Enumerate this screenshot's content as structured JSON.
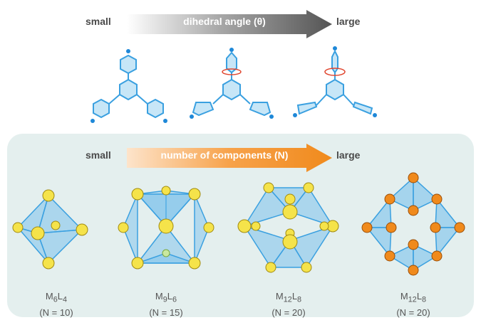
{
  "top_arrow": {
    "left_label": "small",
    "title": "dihedral angle (θ)",
    "right_label": "large"
  },
  "bottom_arrow": {
    "left_label": "small",
    "title": "number of components (N)",
    "right_label": "large"
  },
  "cages": [
    {
      "formula_m": "M",
      "m_sub": "6",
      "formula_l": "L",
      "l_sub": "4",
      "n_label": "(N = 10)"
    },
    {
      "formula_m": "M",
      "m_sub": "9",
      "formula_l": "L",
      "l_sub": "6",
      "n_label": "(N = 15)"
    },
    {
      "formula_m": "M",
      "m_sub": "12",
      "formula_l": "L",
      "l_sub": "8",
      "n_label": "(N = 20)"
    },
    {
      "formula_m": "M",
      "m_sub": "12",
      "formula_l": "L",
      "l_sub": "8",
      "n_label": "(N = 20)"
    }
  ],
  "colors": {
    "ligand": "#3aa0e0",
    "ligand_fill": "#c7e6f7",
    "metal_yellow": "#f5e34a",
    "metal_orange": "#f08a1c",
    "rotation": "#e0452e"
  }
}
